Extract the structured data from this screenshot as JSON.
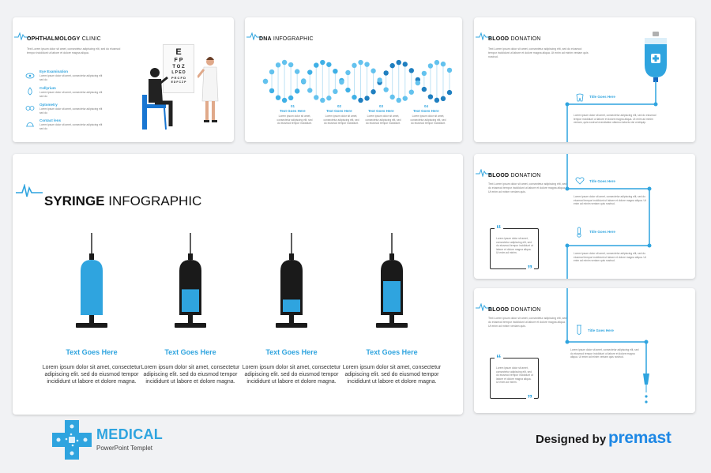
{
  "ophthalmology": {
    "title_bold": "OPHTHALMOLOGY",
    "title_light": "CLINIC",
    "lorem": "Text Lorem ipsum dolor sit amet, consectetur adipiscing elit, sed do eiusmod tempor incididunt ut labore et dolore magna aliqua.",
    "items": [
      {
        "title": "Eye Examination",
        "text": "Lorem ipsum dolor sit amet, consectetur adipiscing elit sed do"
      },
      {
        "title": "Collyrium",
        "text": "Lorem ipsum dolor sit amet, consectetur adipiscing elit sed do"
      },
      {
        "title": "Optometry",
        "text": "Lorem ipsum dolor sit amet, consectetur adipiscing elit sed do"
      },
      {
        "title": "Contact lens",
        "text": "Lorem ipsum dolor sit amet, consectetur adipiscing elit sed do"
      }
    ],
    "chart_rows": [
      "E",
      "F P",
      "T O Z",
      "L P E D",
      "P E C F D",
      "E D F C Z P"
    ]
  },
  "dna": {
    "title_bold": "DNA",
    "title_light": "INFOGRAPHIC",
    "columns": [
      {
        "num": "01",
        "title": "Text Goes Here",
        "text": "Lorem ipsum dolor sit amet, consectetur adipiscing elit, sed do eiusmod tempor incididunt."
      },
      {
        "num": "02",
        "title": "Text Goes Here",
        "text": "Lorem ipsum dolor sit amet, consectetur adipiscing elit, sed do eiusmod tempor incididunt."
      },
      {
        "num": "03",
        "title": "Text Goes Here",
        "text": "Lorem ipsum dolor sit amet, consectetur adipiscing elit, sed do eiusmod tempor incididunt."
      },
      {
        "num": "04",
        "title": "Text Goes Here",
        "text": "Lorem ipsum dolor sit amet, consectetur adipiscing elit, sed do eiusmod tempor incididunt."
      }
    ]
  },
  "blood1": {
    "title_bold": "BLOOD",
    "title_light": "DONATION",
    "lorem": "Text Lorem ipsum dolor sit amet, consectetur adipiscing elit, sed do eiusmod tempor incididunt ut labore et dolore magna aliqua. Ut enim ad minim veniam quis nostrud.",
    "item_title": "Title Goes Here",
    "item_text": "Lorem ipsum dolor sit amet, consectetur adipiscing elit, sed do eiusmod tempor incididunt ut labore et dolore magna aliqua. Ut enim ad minim veniam, quis nostrud exercitation ullamco laboris nisi ut aliquip."
  },
  "syringe": {
    "title_bold": "SYRINGE",
    "title_light": "INFOGRAPHIC",
    "items": [
      {
        "label": "Text Goes Here",
        "text": "Lorem ipsum dolor sit amet, consectetur adipiscing elit. sed do eiusmod tempor incididunt ut labore et dolore magna.",
        "fill": 1.0
      },
      {
        "label": "Text Goes Here",
        "text": "Lorem ipsum dolor sit amet, consectetur adipiscing elit. sed do eiusmod tempor incididunt ut labore et dolore magna.",
        "fill": 0.55
      },
      {
        "label": "Text Goes Here",
        "text": "Lorem ipsum dolor sit amet, consectetur adipiscing elit. sed do eiusmod tempor incididunt ut labore et dolore magna.",
        "fill": 0.3
      },
      {
        "label": "Text Goes Here",
        "text": "Lorem ipsum dolor sit amet, consectetur adipiscing elit. sed do eiusmod tempor incididunt ut labore et dolore magna.",
        "fill": 0.75
      }
    ]
  },
  "blood2": {
    "title_bold": "BLOOD",
    "title_light": "DONATION",
    "lorem": "Text Lorem ipsum dolor sit amet, consectetur adipiscing elit, sed do eiusmod tempor incididunt ut labore et dolore magna aliqua. Ut enim ad minim veniam quis.",
    "quote": "Lorem ipsum dolor sit amet, consectetur adipiscing elit, sed do eiusmod tempor incididunt ut labore et dolore magna aliqua. Ut enim ad minim.",
    "item1_title": "Title Goes Here",
    "item1_text": "Lorem ipsum dolor sit amet, consectetur adipiscing elit, sed do eiusmod tempor incididunt ut labore et dolore magna aliqua. Ut enim ad minim veniam quis nostrud.",
    "item2_title": "Title Goes Here",
    "item2_text": "Lorem ipsum dolor sit amet, consectetur adipiscing elit, sed do eiusmod tempor incididunt ut labore et dolore magna aliqua. Ut enim ad minim veniam quis nostrud."
  },
  "blood3": {
    "title_bold": "BLOOD",
    "title_light": "DONATION",
    "lorem": "Text Lorem ipsum dolor sit amet, consectetur adipiscing elit, sed do eiusmod tempor incididunt ut labore et dolore magna aliqua. Ut enim ad minim veniam quis.",
    "quote": "Lorem ipsum dolor sit amet, consectetur adipiscing elit, sed do eiusmod tempor incididunt ut labore et dolore magna aliqua. Ut enim ad minim.",
    "item_title": "Title Goes Here",
    "item_text": "Lorem ipsum dolor sit amet, consectetur adipiscing elit, sed do eiusmod tempor incididunt ut labore et dolore magna aliqua. Ut enim ad minim veniam quis nostrud."
  },
  "footer": {
    "brand_title": "MEDICAL",
    "brand_sub": "PowerPoint Templet",
    "designed_by": "Designed by",
    "company": "premast"
  },
  "colors": {
    "accent": "#2fa4df",
    "dark": "#1a1a1a",
    "brand": "#1e88e5"
  }
}
